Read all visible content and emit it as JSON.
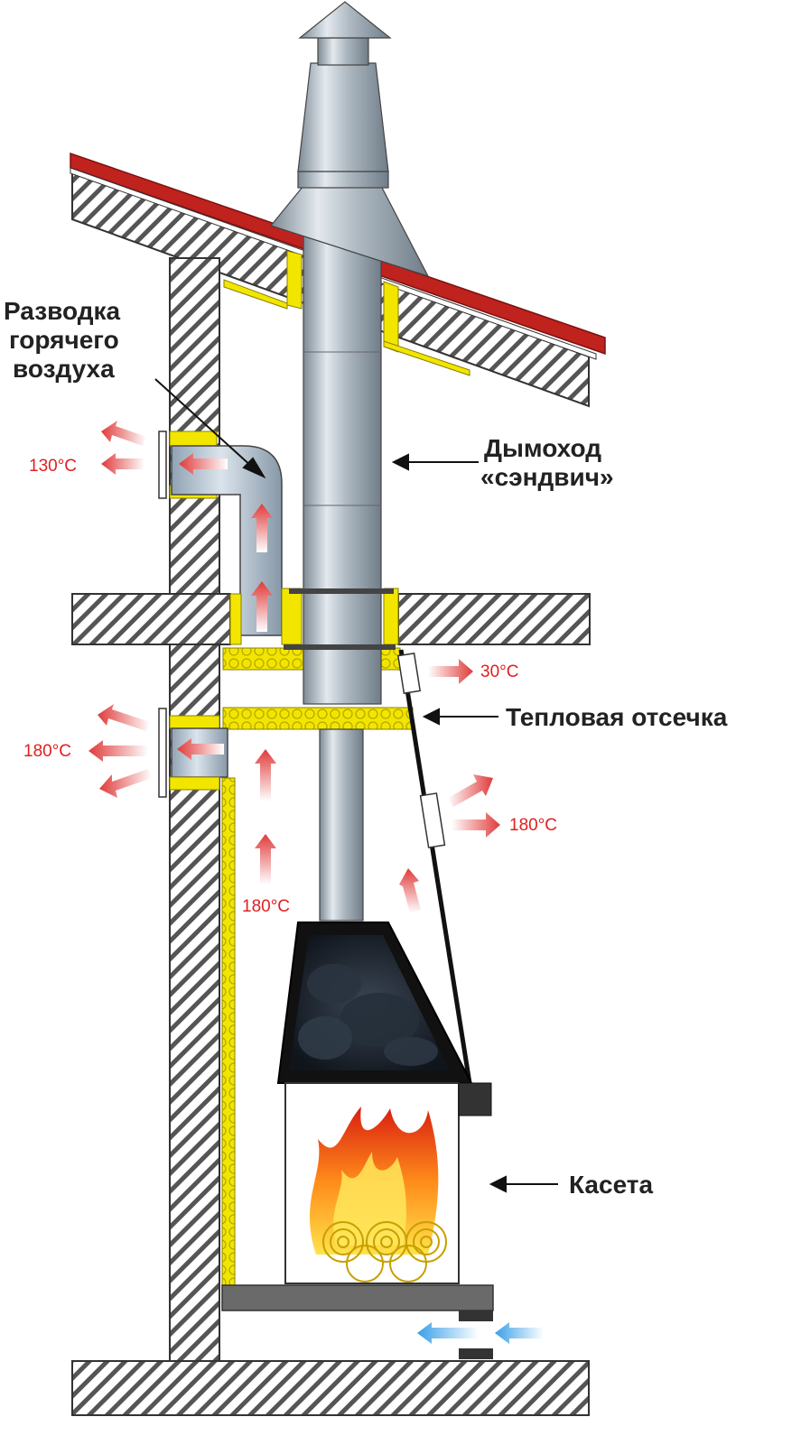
{
  "labels": {
    "hot_air_line1": "Разводка",
    "hot_air_line2": "горячего",
    "hot_air_line3": "воздуха",
    "chimney_line1": "Дымоход",
    "chimney_line2": "«сэндвич»",
    "heat_cutoff": "Тепловая отсечка",
    "cassette": "Касета"
  },
  "temperatures": {
    "outlet_upper": "130°C",
    "ceiling_gap": "30°C",
    "outlet_lower": "180°C",
    "casing_side": "180°C",
    "inner_channel": "180°C"
  },
  "colors": {
    "hatch": "#555555",
    "insulation": "#f2e600",
    "pipe": "#a9b4bd",
    "roof": "#c0221e",
    "hot_arrow": "#e03a3a",
    "cold_arrow": "#3aa0e8",
    "text": "#222222",
    "temp_text": "#e02020"
  }
}
